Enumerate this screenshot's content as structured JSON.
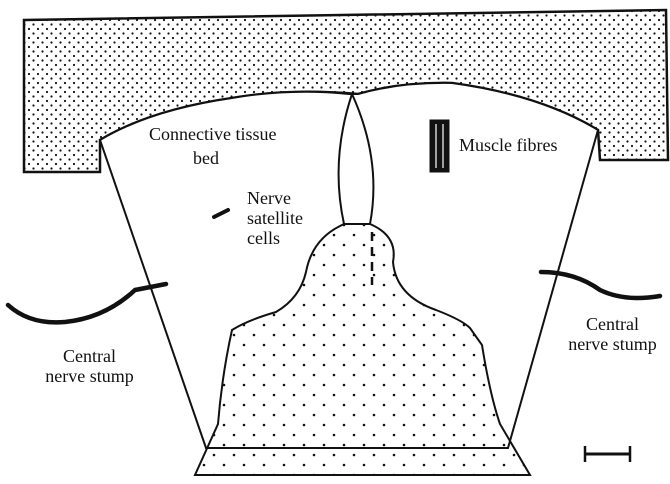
{
  "labels": {
    "connective_tissue_bed": [
      "Connective tissue",
      "bed"
    ],
    "muscle_fibres": "Muscle fibres",
    "nerve_satellite_cells": [
      "Nerve",
      "satellite",
      "cells"
    ],
    "central_nerve_stump_left": [
      "Central",
      "nerve stump"
    ],
    "central_nerve_stump_right": [
      "Central",
      "nerve stump"
    ]
  },
  "colors": {
    "ink": "#111111",
    "background": "#ffffff"
  }
}
